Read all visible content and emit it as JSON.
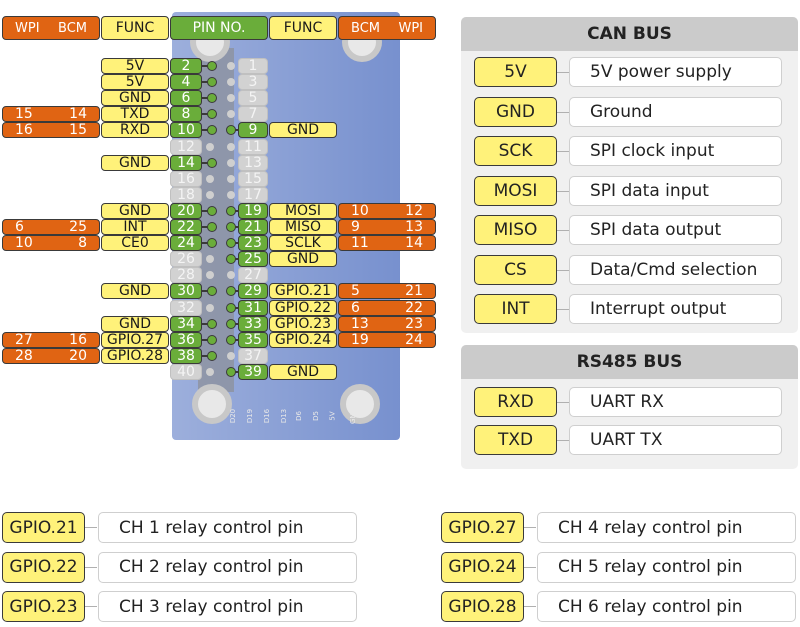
{
  "header": {
    "left": {
      "wpi": "WPI",
      "bcm": "BCM",
      "func": "FUNC"
    },
    "pin_no": "PIN NO.",
    "right": {
      "func": "FUNC",
      "bcm": "BCM",
      "wpi": "WPI"
    }
  },
  "left_pins": [
    {
      "pin": "2",
      "func": "5V",
      "active": true
    },
    {
      "pin": "4",
      "func": "5V",
      "active": true
    },
    {
      "pin": "6",
      "func": "GND",
      "active": true
    },
    {
      "pin": "8",
      "func": "TXD",
      "wpi": "15",
      "bcm": "14",
      "active": true
    },
    {
      "pin": "10",
      "func": "RXD",
      "wpi": "16",
      "bcm": "15",
      "active": true
    },
    {
      "pin": "12",
      "active": false
    },
    {
      "pin": "14",
      "func": "GND",
      "active": true
    },
    {
      "pin": "16",
      "active": false
    },
    {
      "pin": "18",
      "active": false
    },
    {
      "pin": "20",
      "func": "GND",
      "active": true
    },
    {
      "pin": "22",
      "func": "INT",
      "wpi": "6",
      "bcm": "25",
      "active": true
    },
    {
      "pin": "24",
      "func": "CE0",
      "wpi": "10",
      "bcm": "8",
      "active": true
    },
    {
      "pin": "26",
      "active": false
    },
    {
      "pin": "28",
      "active": false
    },
    {
      "pin": "30",
      "func": "GND",
      "active": true
    },
    {
      "pin": "32",
      "active": false
    },
    {
      "pin": "34",
      "func": "GND",
      "active": true
    },
    {
      "pin": "36",
      "func": "GPIO.27",
      "wpi": "27",
      "bcm": "16",
      "active": true
    },
    {
      "pin": "38",
      "func": "GPIO.28",
      "wpi": "28",
      "bcm": "20",
      "active": true
    },
    {
      "pin": "40",
      "active": false
    }
  ],
  "right_pins": [
    {
      "pin": "1",
      "active": false
    },
    {
      "pin": "3",
      "active": false
    },
    {
      "pin": "5",
      "active": false
    },
    {
      "pin": "7",
      "active": false
    },
    {
      "pin": "9",
      "func": "GND",
      "active": true
    },
    {
      "pin": "11",
      "active": false
    },
    {
      "pin": "13",
      "active": false
    },
    {
      "pin": "15",
      "active": false
    },
    {
      "pin": "17",
      "active": false
    },
    {
      "pin": "19",
      "func": "MOSI",
      "bcm": "10",
      "wpi": "12",
      "active": true
    },
    {
      "pin": "21",
      "func": "MISO",
      "bcm": "9",
      "wpi": "13",
      "active": true
    },
    {
      "pin": "23",
      "func": "SCLK",
      "bcm": "11",
      "wpi": "14",
      "active": true
    },
    {
      "pin": "25",
      "func": "GND",
      "active": true
    },
    {
      "pin": "27",
      "active": false
    },
    {
      "pin": "29",
      "func": "GPIO.21",
      "bcm": "5",
      "wpi": "21",
      "active": true
    },
    {
      "pin": "31",
      "func": "GPIO.22",
      "bcm": "6",
      "wpi": "22",
      "active": true
    },
    {
      "pin": "33",
      "func": "GPIO.23",
      "bcm": "13",
      "wpi": "23",
      "active": true
    },
    {
      "pin": "35",
      "func": "GPIO.24",
      "bcm": "19",
      "wpi": "24",
      "active": true
    },
    {
      "pin": "37",
      "active": false
    },
    {
      "pin": "39",
      "func": "GND",
      "active": true
    }
  ],
  "board_silkscreen": [
    "D20",
    "D19",
    "D16",
    "D13",
    "D6",
    "D5",
    "5V",
    "GND"
  ],
  "can_bus": {
    "title": "CAN BUS",
    "rows": [
      {
        "label": "5V",
        "desc": "5V power supply"
      },
      {
        "label": "GND",
        "desc": "Ground"
      },
      {
        "label": "SCK",
        "desc": "SPI clock input"
      },
      {
        "label": "MOSI",
        "desc": "SPI data input"
      },
      {
        "label": "MISO",
        "desc": "SPI data output"
      },
      {
        "label": "CS",
        "desc": "Data/Cmd selection"
      },
      {
        "label": "INT",
        "desc": "Interrupt output"
      }
    ]
  },
  "rs485_bus": {
    "title": "RS485 BUS",
    "rows": [
      {
        "label": "RXD",
        "desc": "UART RX"
      },
      {
        "label": "TXD",
        "desc": "UART TX"
      }
    ]
  },
  "relays_left": [
    {
      "label": "GPIO.21",
      "desc": "CH 1 relay control pin"
    },
    {
      "label": "GPIO.22",
      "desc": "CH 2 relay control pin"
    },
    {
      "label": "GPIO.23",
      "desc": "CH 3 relay control pin"
    }
  ],
  "relays_right": [
    {
      "label": "GPIO.27",
      "desc": "CH 4 relay control pin"
    },
    {
      "label": "GPIO.24",
      "desc": "CH 5 relay control pin"
    },
    {
      "label": "GPIO.28",
      "desc": "CH 6 relay control pin"
    }
  ],
  "colors": {
    "func_yellow": "#fff27a",
    "pin_green": "#6aad3a",
    "gpio_orange": "#e06413",
    "inactive_gray": "#d2d2d2",
    "panel_bg": "#f0f0f0",
    "panel_title_bg": "#cbcbcb"
  }
}
